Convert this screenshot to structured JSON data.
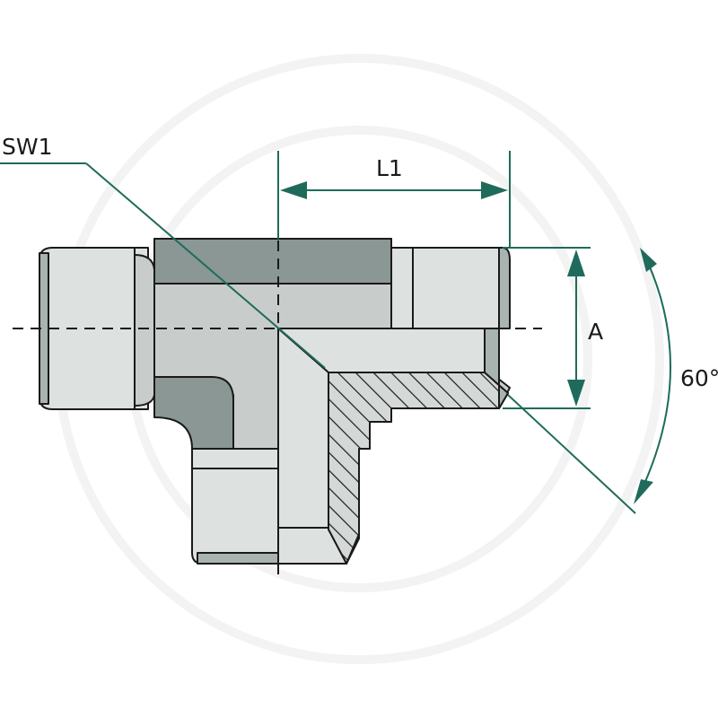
{
  "labels": {
    "sw": "SW1",
    "length": "L1",
    "diameter": "A",
    "angle": "60°"
  },
  "colors": {
    "dimension_lines": "#1f6b5b",
    "outline": "#1a1a1a",
    "body": "#c8cdcb",
    "shadow": "#8a9794"
  }
}
